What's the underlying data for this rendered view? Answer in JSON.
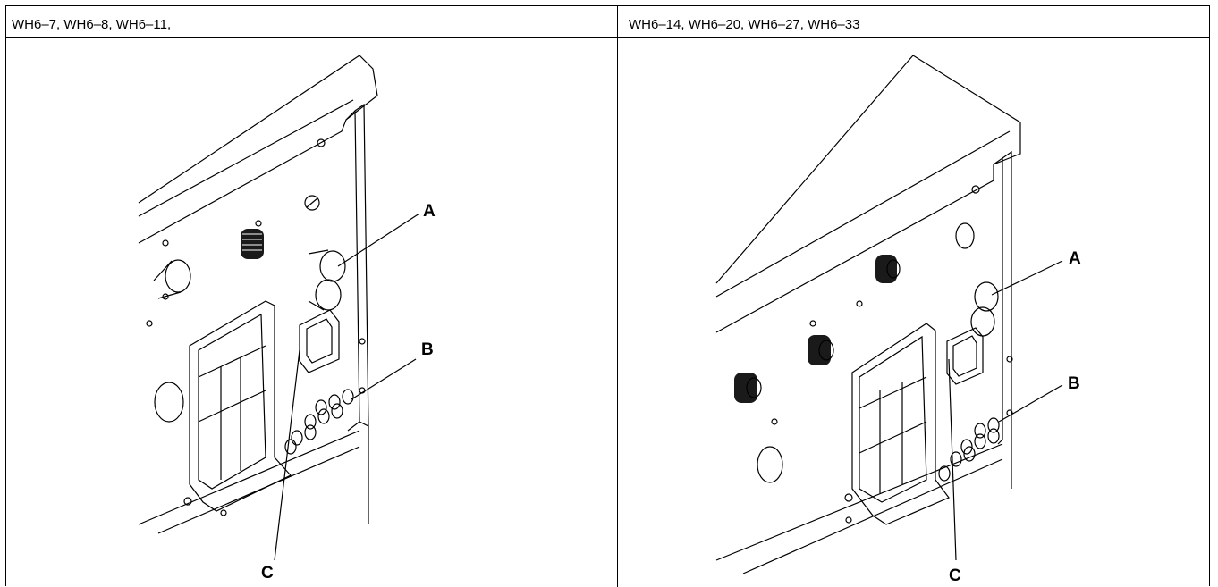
{
  "headers": {
    "left": "WH6–7, WH6–8, WH6–11,",
    "right": "WH6–14, WH6–20, WH6–27, WH6–33"
  },
  "callouts": {
    "left": {
      "a": "A",
      "b": "B",
      "c": "C"
    },
    "right": {
      "a": "A",
      "b": "B",
      "c": "C"
    }
  },
  "colors": {
    "line": "#000000",
    "background": "#ffffff",
    "coil": "#1a1a1a"
  }
}
